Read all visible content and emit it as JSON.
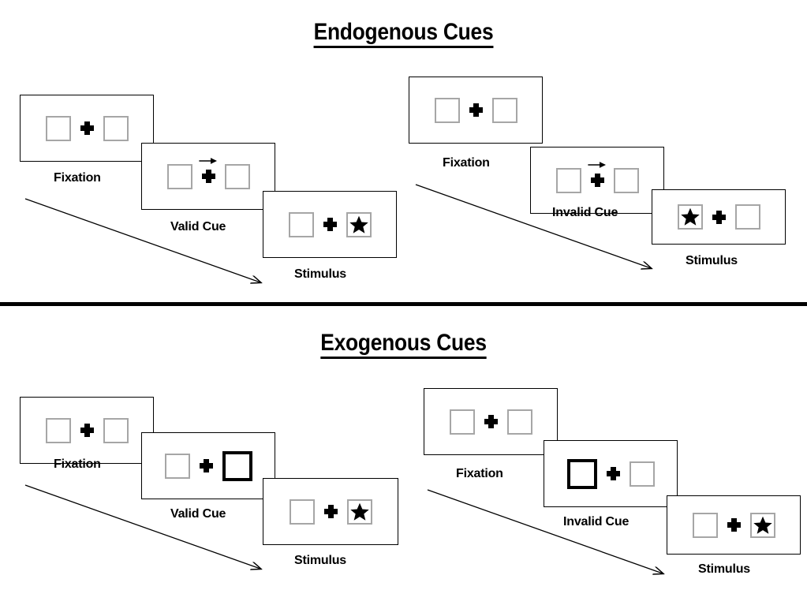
{
  "sections": [
    {
      "id": "endogenous",
      "title": "Endogenous Cues",
      "columns": [
        {
          "id": "endogenous-valid",
          "stages": [
            {
              "caption": "Fixation",
              "left_content": "empty-box",
              "right_content": "empty-box",
              "cue": "none"
            },
            {
              "caption": "Valid Cue",
              "left_content": "empty-box",
              "right_content": "empty-box",
              "cue": "arrow-right"
            },
            {
              "caption": "Stimulus",
              "left_content": "empty-box",
              "right_content": "star",
              "cue": "none"
            }
          ]
        },
        {
          "id": "endogenous-invalid",
          "stages": [
            {
              "caption": "Fixation",
              "left_content": "empty-box",
              "right_content": "empty-box",
              "cue": "none"
            },
            {
              "caption": "Invalid Cue",
              "left_content": "empty-box",
              "right_content": "empty-box",
              "cue": "arrow-right"
            },
            {
              "caption": "Stimulus",
              "left_content": "star",
              "right_content": "empty-box",
              "cue": "none"
            }
          ]
        }
      ]
    },
    {
      "id": "exogenous",
      "title": "Exogenous Cues",
      "columns": [
        {
          "id": "exogenous-valid",
          "stages": [
            {
              "caption": "Fixation",
              "left_content": "empty-box",
              "right_content": "empty-box",
              "cue": "none"
            },
            {
              "caption": "Valid Cue",
              "left_content": "empty-box",
              "right_content": "highlight-box",
              "cue": "none"
            },
            {
              "caption": "Stimulus",
              "left_content": "empty-box",
              "right_content": "star",
              "cue": "none"
            }
          ]
        },
        {
          "id": "exogenous-invalid",
          "stages": [
            {
              "caption": "Fixation",
              "left_content": "empty-box",
              "right_content": "empty-box",
              "cue": "none"
            },
            {
              "caption": "Invalid Cue",
              "left_content": "highlight-box",
              "right_content": "empty-box",
              "cue": "none"
            },
            {
              "caption": "Stimulus",
              "left_content": "empty-box",
              "right_content": "star",
              "cue": "none"
            }
          ]
        }
      ]
    }
  ],
  "icons": {
    "fixation_cross": "plus-icon",
    "star_target": "star-icon",
    "arrow_cue": "arrow-right-icon",
    "flow": "flow-arrow-icon"
  },
  "colors": {
    "background": "#ffffff",
    "ink": "#000000",
    "box_border": "#a6a6a6",
    "cue_border": "#000000"
  }
}
